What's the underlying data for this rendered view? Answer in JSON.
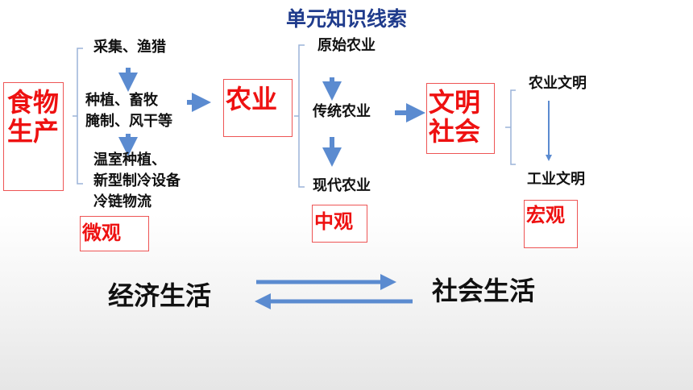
{
  "title": "单元知识线索",
  "col1": {
    "box_line1": "食物",
    "box_line2": "生产",
    "item1": "采集、渔猎",
    "item2_line1": "种植、畜牧",
    "item2_line2": "腌制、风干等",
    "item3_line1": "温室种植、",
    "item3_line2": "新型制冷设备",
    "item3_line3": "冷链物流",
    "scale": "微观"
  },
  "col2": {
    "box": "农业",
    "item1": "原始农业",
    "item2": "传统农业",
    "item3": "现代农业",
    "scale": "中观"
  },
  "col3": {
    "box_line1": "文明",
    "box_line2": "社会",
    "item1": "农业文明",
    "item2": "工业文明",
    "scale": "宏观"
  },
  "bottom": {
    "left": "经济生活",
    "right": "社会生活"
  },
  "colors": {
    "title": "#1f3b8c",
    "accent_red": "#ee1111",
    "arrow_blue": "#5b8bd0",
    "bracket": "#9bb3d8"
  }
}
